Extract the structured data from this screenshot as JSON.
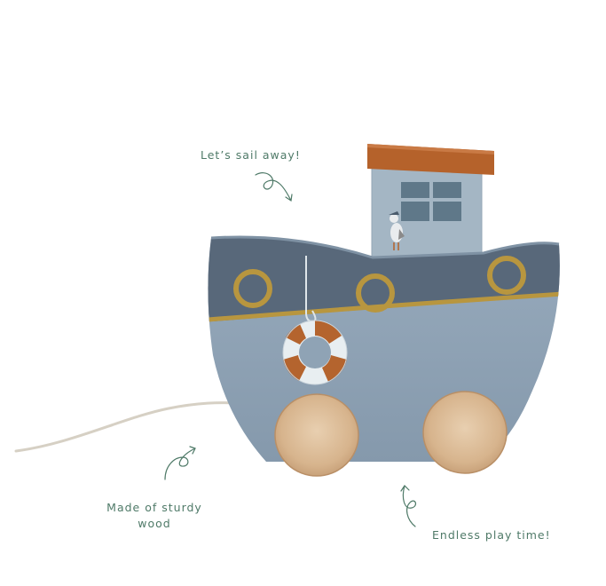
{
  "captions": {
    "sail": "Let’s sail away!",
    "wood_line1": "Made of sturdy",
    "wood_line2": "wood",
    "play": "Endless play time!"
  },
  "colors": {
    "background": "#ffffff",
    "caption_text": "#4f7a68",
    "hull_dark": "#58687a",
    "hull_light": "#8fa3b5",
    "cabin": "#a4b6c4",
    "roof": "#b5622b",
    "gold_trim": "#b8963f",
    "lifebuoy_orange": "#b4642e",
    "wood": "#d9b994",
    "string": "#d6d0c4"
  },
  "illustration": {
    "subject": "wooden-pull-along-boat-toy"
  }
}
